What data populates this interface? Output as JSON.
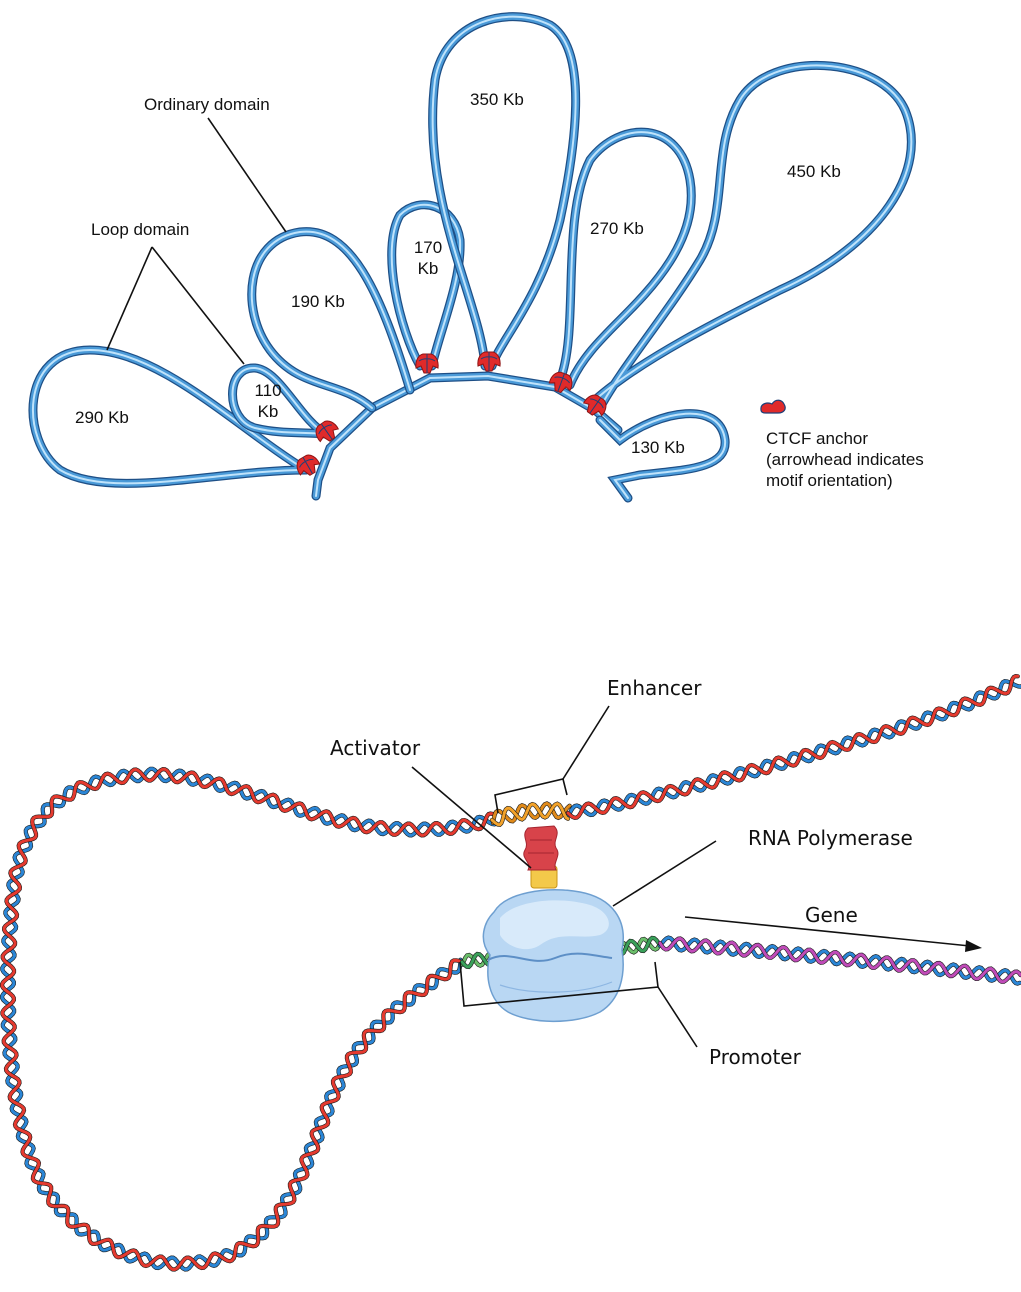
{
  "top_diagram": {
    "title": "Chromatin loop domains",
    "callouts": {
      "ordinary_domain": "Ordinary domain",
      "loop_domain": "Loop domain"
    },
    "loops": [
      {
        "id": "290",
        "label": "290 Kb",
        "kind": "loop domain"
      },
      {
        "id": "110",
        "label_line1": "110",
        "label_line2": "Kb",
        "kind": "loop domain"
      },
      {
        "id": "190",
        "label": "190 Kb",
        "kind": "ordinary domain"
      },
      {
        "id": "170",
        "label_line1": "170",
        "label_line2": "Kb"
      },
      {
        "id": "350",
        "label": "350 Kb"
      },
      {
        "id": "270",
        "label": "270 Kb"
      },
      {
        "id": "450",
        "label": "450 Kb"
      },
      {
        "id": "130",
        "label": "130 Kb"
      }
    ],
    "legend": {
      "icon": "ctcf-anchor-icon",
      "line1": "CTCF anchor",
      "line2": "(arrowhead indicates",
      "line3": "motif orientation)"
    },
    "colors": {
      "fiber": "#4a9ad8",
      "fiber_highlight": "#bfe3fb",
      "fiber_outline": "#1e4f86",
      "ctcf": "#e02a2a"
    }
  },
  "bottom_diagram": {
    "title": "Enhancer–promoter looping",
    "labels": {
      "enhancer": "Enhancer",
      "activator": "Activator",
      "rna_polymerase": "RNA Polymerase",
      "gene": "Gene",
      "promoter": "Promoter"
    },
    "colors": {
      "strand_a": "#e53a2f",
      "strand_b": "#2b86d6",
      "enhancer": "#f2a22a",
      "activator": "#d8434a",
      "activator_base": "#f3c94a",
      "polymerase": "#b9d7f3",
      "gene_strand": "#c04bb8",
      "promoter_strand": "#3aa05a"
    }
  }
}
